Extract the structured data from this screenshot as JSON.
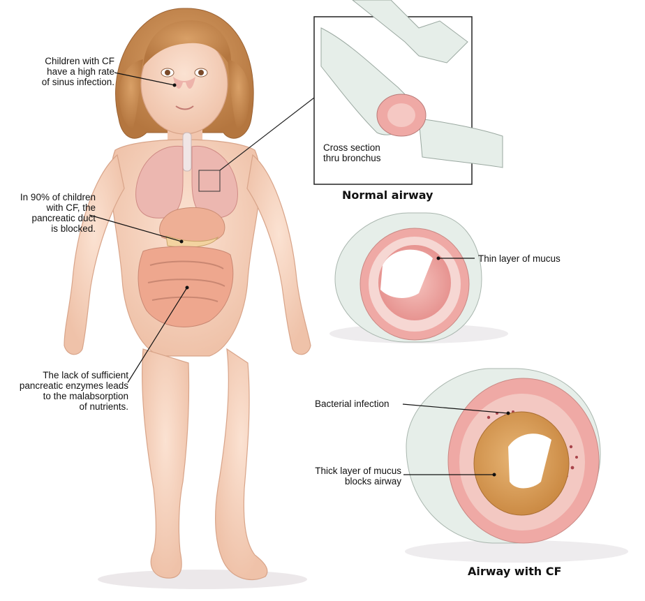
{
  "labels": {
    "sinus": "Children with CF\nhave a high rate\nof sinus infection.",
    "pancreas": "In 90% of children\nwith CF, the\npancreatic duct\nis blocked.",
    "enzymes": "The lack of sufficient\npancreatic enzymes leads\nto the malabsorption\nof nutrients.",
    "cross_section": "Cross section\nthru bronchus",
    "thin_mucus": "Thin layer of mucus",
    "bacterial": "Bacterial infection",
    "thick_mucus": "Thick layer of mucus\nblocks airway"
  },
  "titles": {
    "normal": "Normal airway",
    "cf": "Airway with CF"
  },
  "colors": {
    "skin": "#f6d3bf",
    "skin_shadow": "#e9b59c",
    "hair": "#c98b52",
    "lung": "#ecb7b0",
    "airway_outer": "#e6eee9",
    "airway_pink": "#efa9a5",
    "mucus_thick": "#d79b57",
    "line": "#111111"
  }
}
